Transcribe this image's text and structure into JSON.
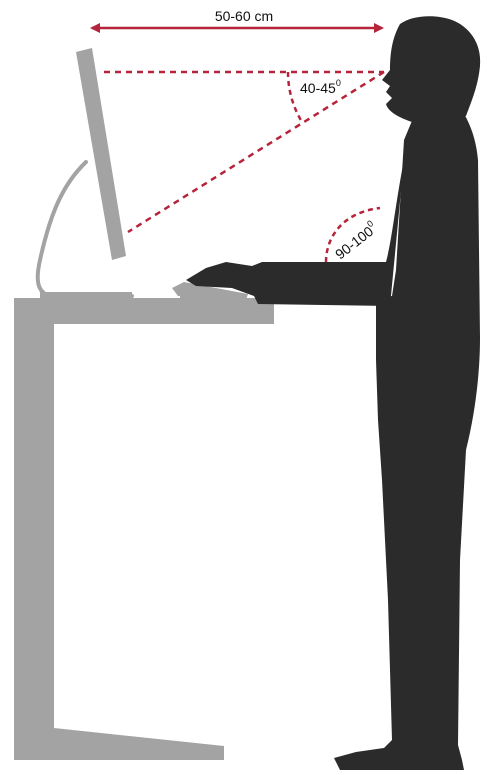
{
  "labels": {
    "viewing_distance": "50-60 cm",
    "gaze_angle_value": "40-45",
    "gaze_angle_unit": "0",
    "elbow_angle_value": "90-100",
    "elbow_angle_unit": "0"
  },
  "colors": {
    "furniture": "#a3a3a3",
    "silhouette": "#2b2b2b",
    "guide": "#b5243a",
    "text": "#111111"
  }
}
